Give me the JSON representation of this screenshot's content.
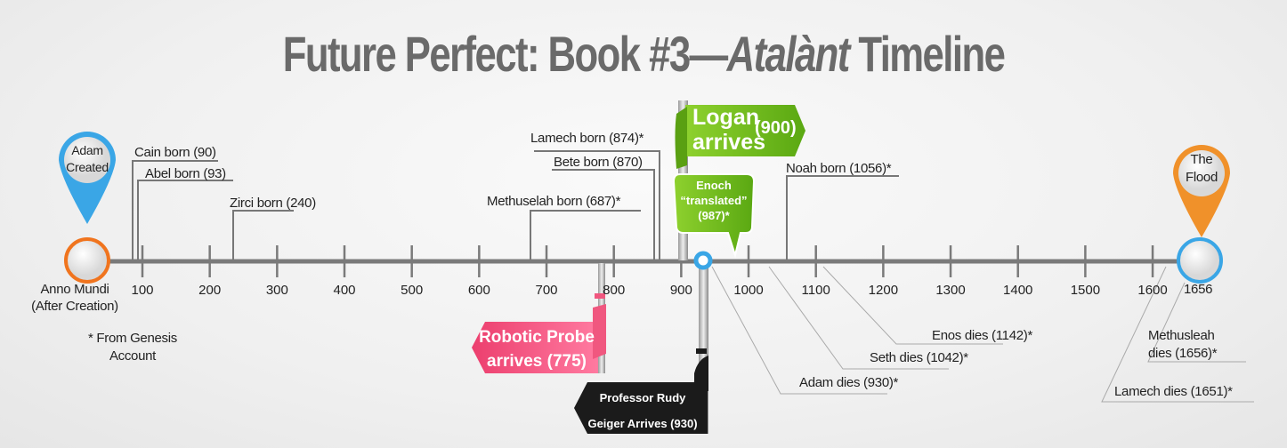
{
  "title": {
    "pre": "Future Perfect: Book #3—",
    "italic": "Atalànt",
    "post": " Timeline"
  },
  "axis": {
    "ticks": [
      "100",
      "200",
      "300",
      "400",
      "500",
      "600",
      "700",
      "800",
      "900",
      "1000",
      "1100",
      "1200",
      "1300",
      "1400",
      "1500",
      "1600"
    ],
    "start_label_1": "Anno Mundi",
    "start_label_2": "(After Creation)",
    "end_label": "1656"
  },
  "footnote": {
    "line1": "* From Genesis",
    "line2": "Account"
  },
  "pins": {
    "start_1": "Adam",
    "start_2": "Created",
    "end_1": "The",
    "end_2": "Flood"
  },
  "events_above": {
    "cain": "Cain born (90)",
    "abel": "Abel born (93)",
    "zirci": "Zirci born (240)",
    "methuselah": "Methuselah born (687)*",
    "lamech": "Lamech born (874)*",
    "bete": "Bete born (870)",
    "noah": "Noah born (1056)*"
  },
  "events_below": {
    "adam": "Adam dies (930)*",
    "seth": "Seth dies (1042)*",
    "enos": "Enos dies (1142)*",
    "methusleah_1": "Methusleah",
    "methusleah_2": "dies (1656)*",
    "lamech": "Lamech dies (1651)*"
  },
  "flags": {
    "logan_1": "Logan",
    "logan_2": "arrives",
    "logan_year": "(900)",
    "enoch_1": "Enoch",
    "enoch_2": "“translated”",
    "enoch_3": "(987)*",
    "probe_1": "Robotic Probe",
    "probe_2": "arrives (775)",
    "rudy_1": "Professor Rudy",
    "rudy_2": "Geiger Arrives (930)"
  },
  "colors": {
    "axis": "#7a7a7a",
    "blue": "#3aa6e6",
    "orange": "#f0912a",
    "green": "#6cb81e",
    "pink": "#f0577f",
    "black": "#1b1b1b"
  }
}
